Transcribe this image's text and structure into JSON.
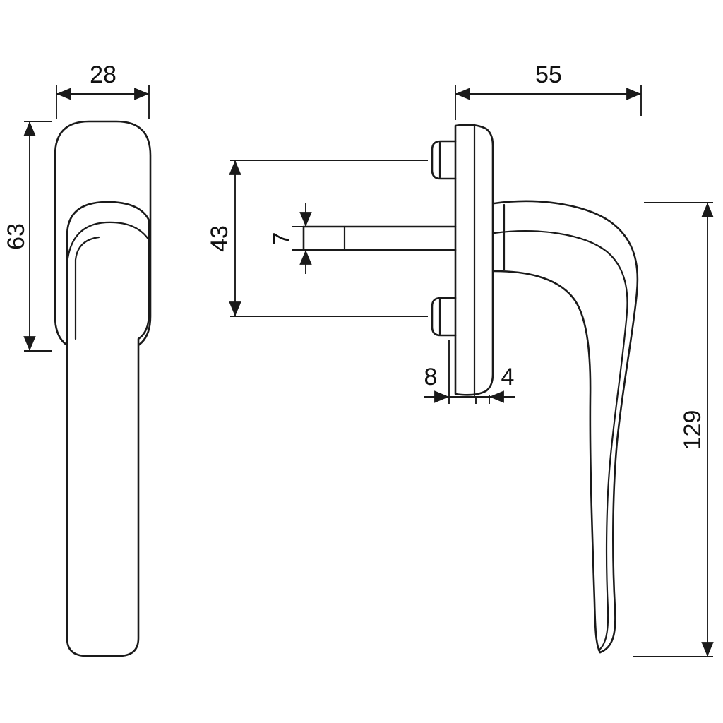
{
  "page": {
    "background_color": "#ffffff",
    "line_color": "#1a1a1a"
  },
  "drawing": {
    "type": "technical-dimension-drawing",
    "subject": "window-handle-two-views",
    "dimensions": {
      "head_width": "28",
      "head_height": "63",
      "projection_depth": "55",
      "screw_spacing": "43",
      "spindle_square": "7",
      "plate_thickness": "8",
      "cover_thickness": "4",
      "handle_length": "129"
    }
  }
}
